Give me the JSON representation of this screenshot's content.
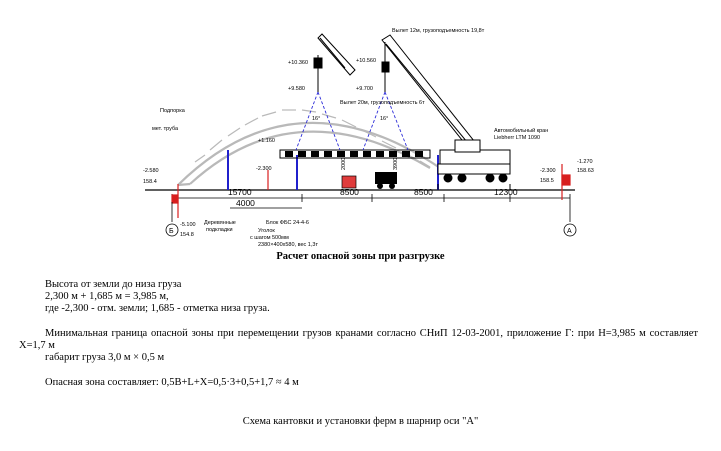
{
  "drawing": {
    "labels": {
      "boom_note_left": "Вылет 20м, грузоподъемность 6т",
      "boom_note_right": "Вылет 12м, грузоподъемность 19,8т",
      "crane_label_1": "Автомобильный кран",
      "crane_label_2": "Liebherr LTM 1090",
      "support_label_1": "Подпорка",
      "support_label_2": "мет. труба",
      "elev_left_hook": "+10.360",
      "elev_right_hook": "+10.560",
      "elev_left_load": "+9.580",
      "elev_right_load": "+9.700",
      "elev_arch": "+1.160",
      "elev_mid": "-2.300",
      "elev_left_ground": "-2.580",
      "elev_left_ground_sub": "158.4",
      "elev_right_ground": "-1.270",
      "elev_right_ground_sub": "158.63",
      "elev_right2": "-2.300",
      "elev_right2_sub": "158.5",
      "elev_left_bottom": "-5.100",
      "elev_left_bottom_sub": "154.8",
      "angle_left": "16°",
      "angle_right": "16°",
      "height_2000": "2000",
      "height_3900": "3900",
      "dim_15700": "15700",
      "dim_4000": "4000",
      "dim_8500a": "8500",
      "dim_8500b": "8500",
      "dim_12300": "12300",
      "wood_pads_1": "Деревянные",
      "wood_pads_2": "подкладки",
      "ugolok_1": "Уголок",
      "ugolok_2": "с шагом 500мм",
      "block_1": "Блок ФБС 24-4-6",
      "block_2": "2380×400х580, вес 1,3т",
      "axis_b": "Б",
      "axis_a": "А"
    }
  },
  "doc": {
    "title": "Расчет опасной зоны при разгрузке",
    "p1_line1": "Высота от земли до низа груза",
    "p1_line2": "2,300 м + 1,685 м = 3,985 м,",
    "p1_line3": "где -2,300 - отм. земли; 1,685 - отметка низа груза.",
    "p2": "Минимальная граница опасной зоны при перемещении грузов кранами согласно СНиП 12-03-2001, приложение Г: при Н=3,985 м составляет X=1,7 м",
    "p3": "габарит груза 3,0 м  × 0,5 м",
    "p4": "Опасная зона составляет: 0,5В+L+Х=0,5·3+0,5+1,7 ≈ 4 м",
    "footer": "Схема кантовки и установки ферм в шарнир оси \"А\""
  }
}
